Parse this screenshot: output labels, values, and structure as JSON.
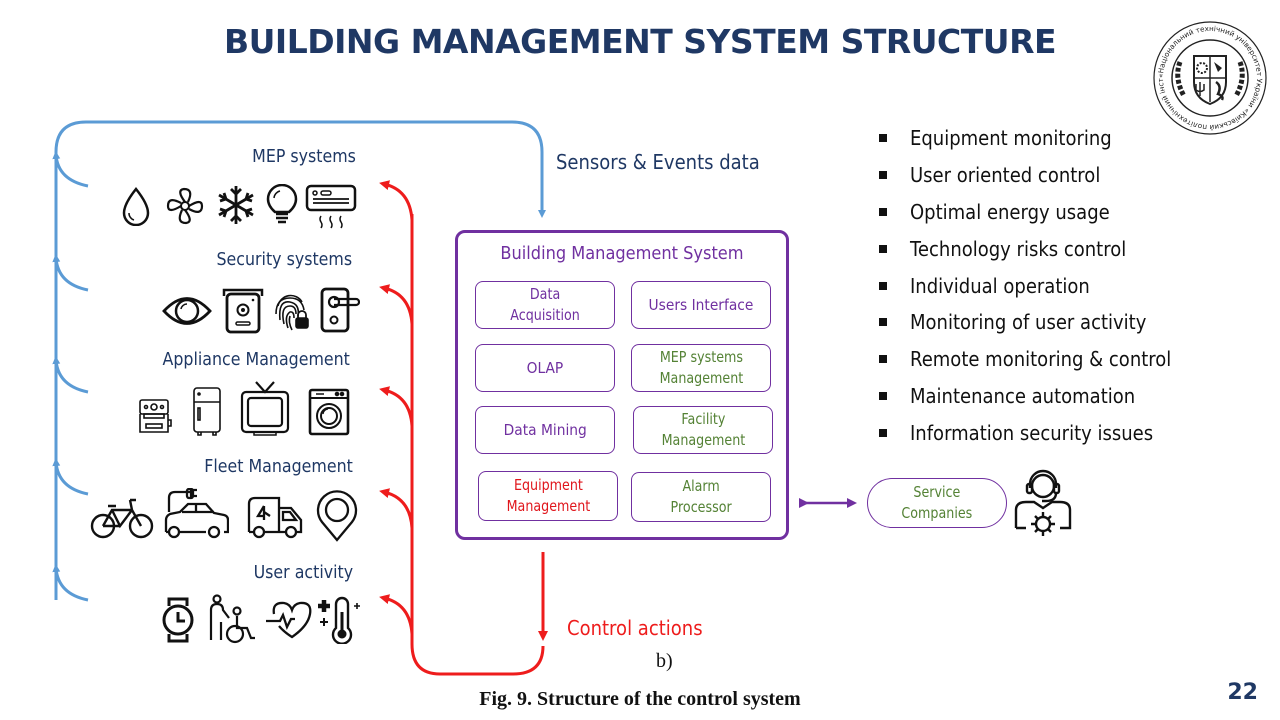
{
  "slide": {
    "title": "BUILDING MANAGEMENT SYSTEM STRUCTURE",
    "logo": "university-seal-icon",
    "page_number": "22",
    "sublabel": "b)",
    "caption": "Fig. 9. Structure of the control system"
  },
  "flows": {
    "sensors_label": "Sensors & Events data",
    "control_label": "Control actions",
    "sensors_color": "#5b9bd5",
    "control_color": "#ee1c1c",
    "bms_color": "#7030a0"
  },
  "categories": [
    {
      "label": "MEP systems",
      "icons": [
        "water-drop-icon",
        "fan-icon",
        "snowflake-icon",
        "light-bulb-icon",
        "air-conditioner-icon"
      ]
    },
    {
      "label": "Security systems",
      "icons": [
        "camera-eye-icon",
        "intercom-icon",
        "fingerprint-lock-icon",
        "door-lock-icon"
      ]
    },
    {
      "label": "Appliance Management",
      "icons": [
        "coffee-machine-icon",
        "refrigerator-icon",
        "tv-icon",
        "washing-machine-icon"
      ]
    },
    {
      "label": "Fleet Management",
      "icons": [
        "bicycle-icon",
        "electric-car-icon",
        "delivery-truck-icon",
        "location-pin-icon"
      ]
    },
    {
      "label": "User activity",
      "icons": [
        "smartwatch-icon",
        "caregiver-wheelchair-icon",
        "heart-rate-icon",
        "thermometer-icon"
      ]
    }
  ],
  "bms": {
    "title": "Building Management System",
    "modules": [
      {
        "label_lines": [
          "Data",
          "Acquisition"
        ],
        "color": "purple"
      },
      {
        "label_lines": [
          "Users Interface"
        ],
        "color": "purple"
      },
      {
        "label_lines": [
          "OLAP"
        ],
        "color": "purple"
      },
      {
        "label_lines": [
          "MEP systems",
          "Management"
        ],
        "color": "green"
      },
      {
        "label_lines": [
          "Data Mining"
        ],
        "color": "purple"
      },
      {
        "label_lines": [
          "Facility",
          "Management"
        ],
        "color": "green"
      },
      {
        "label_lines": [
          "Equipment",
          "Management"
        ],
        "color": "red"
      },
      {
        "label_lines": [
          "Alarm",
          "Processor"
        ],
        "color": "green"
      }
    ]
  },
  "service": {
    "label_lines": [
      "Service",
      "Companies"
    ],
    "icon": "support-engineer-icon"
  },
  "features": [
    "Equipment monitoring",
    "User oriented control",
    "Optimal energy usage",
    "Technology risks control",
    "Individual operation",
    "Monitoring of user activity",
    "Remote monitoring & control",
    "Maintenance automation",
    "Information security issues"
  ]
}
